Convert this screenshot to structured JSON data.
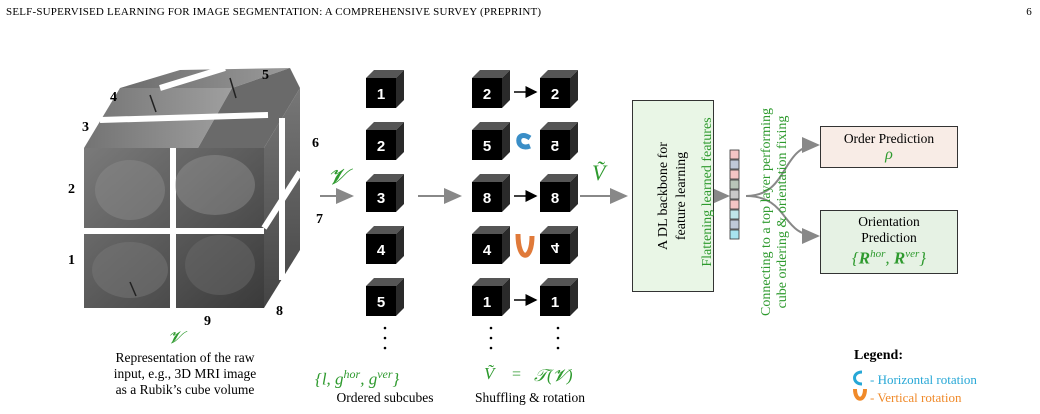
{
  "header": {
    "left": "SELF-SUPERVISED LEARNING FOR IMAGE SEGMENTATION: A COMPREHENSIVE SURVEY (PREPRINT)",
    "page": "6"
  },
  "cube": {
    "face_numbers": [
      "1",
      "2",
      "3",
      "4",
      "5",
      "6",
      "7",
      "8",
      "9"
    ],
    "symbol": "𝓥",
    "caption": [
      "Representation of the raw",
      "input, e.g., 3D MRI image",
      "as a Rubik’s cube volume"
    ]
  },
  "arrow_labels": {
    "v": "𝓥",
    "v_tilde": "Ṽ"
  },
  "ordered": {
    "cubes": [
      "1",
      "2",
      "3",
      "4",
      "5"
    ],
    "math": "{l, g^hor, g^ver}",
    "caption": "Ordered subcubes"
  },
  "shuffled": {
    "left": [
      "2",
      "5",
      "8",
      "4",
      "1"
    ],
    "right": [
      "2",
      "5",
      "8",
      "4",
      "1"
    ],
    "math_left": "Ṽ",
    "math_eq": "=",
    "math_right": "𝒯(𝓥)",
    "caption": "Shuffling & rotation"
  },
  "backbone": {
    "line1": "A DL backbone for",
    "line2": "feature learning"
  },
  "flatten_label": "Flattening learned features",
  "feature_colors": [
    "#f4c6c6",
    "#bfc9d9",
    "#f4c6c6",
    "#b9c6b9",
    "#c9c9c9",
    "#f4c6c6",
    "#bfe6ea",
    "#bfc9d9",
    "#a8e4f0"
  ],
  "top_layer_label": {
    "line1": "Connecting to a top layer performing",
    "line2": "cube ordering & orientation fixing"
  },
  "order_box": {
    "title": "Order Prediction",
    "symbol": "ρ",
    "bg": "#f8ece6"
  },
  "orient_box": {
    "line1": "Orientation",
    "line2": "Prediction",
    "symbol": "{R^hor, R^ver}",
    "bg": "#e6f2e4"
  },
  "legend": {
    "title": "Legend:",
    "items": [
      {
        "icon": "horizontal-rotation-icon",
        "text": "- Horizontal rotation",
        "color": "#26a7d6"
      },
      {
        "icon": "vertical-rotation-icon",
        "text": "- Vertical rotation",
        "color": "#f08a2a"
      }
    ]
  }
}
